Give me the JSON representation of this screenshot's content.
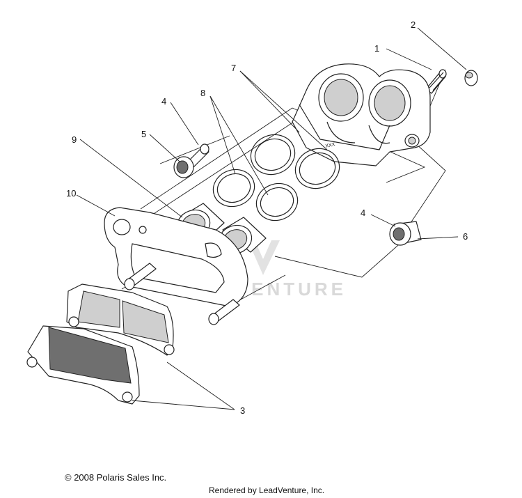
{
  "watermark": "LEADVENTURE",
  "copyright": "© 2008 Polaris Sales Inc.",
  "rendered_by": "Rendered by LeadVenture, Inc.",
  "callouts": [
    {
      "key": "c1",
      "label": "1"
    },
    {
      "key": "c2",
      "label": "2"
    },
    {
      "key": "c3",
      "label": "3"
    },
    {
      "key": "c4a",
      "label": "4"
    },
    {
      "key": "c4b",
      "label": "4"
    },
    {
      "key": "c5",
      "label": "5"
    },
    {
      "key": "c6",
      "label": "6"
    },
    {
      "key": "c7",
      "label": "7"
    },
    {
      "key": "c8",
      "label": "8"
    },
    {
      "key": "c9",
      "label": "9"
    },
    {
      "key": "c10",
      "label": "10"
    }
  ],
  "caliper_marking": "XXX"
}
